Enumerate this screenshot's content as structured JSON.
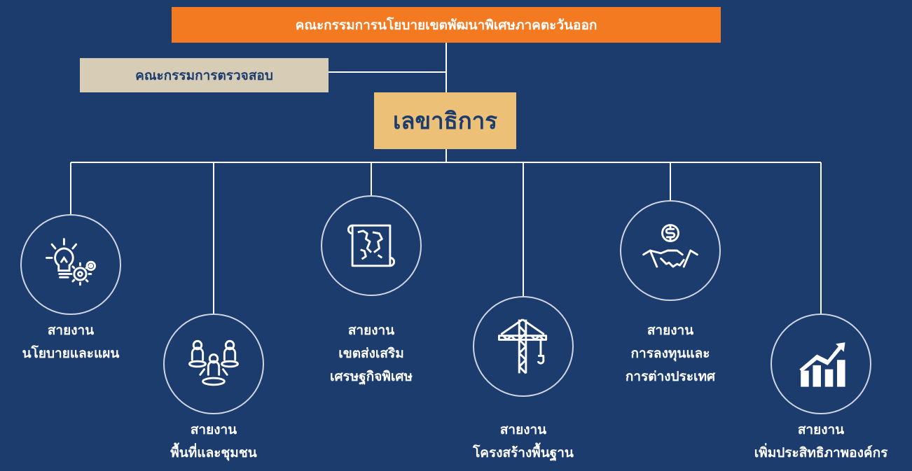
{
  "top_committee": "คณะกรรมการนโยบายเขตพัฒนาพิเศษภาคตะวันออก",
  "audit_committee": "คณะกรรมการตรวจสอบ",
  "secretariat": "เลขาธิการ",
  "divisions": [
    {
      "lines": [
        "สายงาน",
        "นโยบายและแผน"
      ],
      "icon": "lightbulb-gears-icon"
    },
    {
      "lines": [
        "สายงาน",
        "พื้นที่และชุมชน"
      ],
      "icon": "community-people-icon"
    },
    {
      "lines": [
        "สายงาน",
        "เขตส่งเสริม",
        "เศรษฐกิจพิเศษ"
      ],
      "icon": "map-scroll-icon"
    },
    {
      "lines": [
        "สายงาน",
        "โครงสร้างพื้นฐาน"
      ],
      "icon": "tower-crane-icon"
    },
    {
      "lines": [
        "สายงาน",
        "การลงทุนและ",
        "การต่างประเทศ"
      ],
      "icon": "handshake-dollar-icon"
    },
    {
      "lines": [
        "สายงาน",
        "เพิ่มประสิทธิภาพองค์กร"
      ],
      "icon": "growth-chart-icon"
    }
  ],
  "colors": {
    "background": "#1c3c6e",
    "top_box": "#f47a22",
    "audit_box": "#d7ccb5",
    "secretariat_box": "#ecc077",
    "line": "#ffffff"
  }
}
